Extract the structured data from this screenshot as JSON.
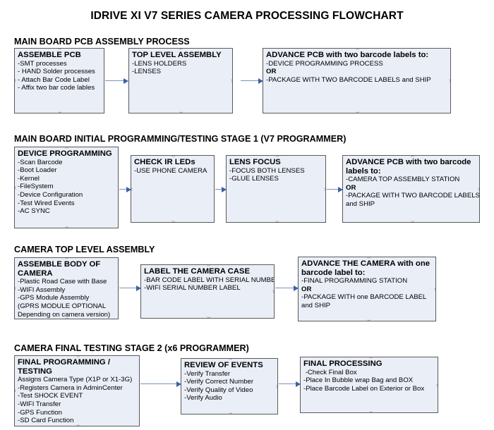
{
  "document": {
    "title": "IDRIVE XI V7 SERIES CAMERA PROCESSING FLOWCHART"
  },
  "colors": {
    "node_fill": "#eaeef7",
    "node_border": "#5a5a5a",
    "connector": "#7993b8",
    "arrowhead": "#3b60a8",
    "text": "#000000",
    "background": "#ffffff"
  },
  "sections": [
    {
      "heading": "MAIN BOARD PCB ASSEMBLY PROCESS",
      "nodes": [
        {
          "title": "ASSEMBLE PCB",
          "lines": [
            {
              "text": "-SMT processes",
              "bold": false
            },
            {
              "text": "- HAND Solder processes",
              "bold": false
            },
            {
              "text": "- Attach Bar Code Label",
              "bold": false
            },
            {
              "text": "- Affix two bar code lables",
              "bold": false
            }
          ]
        },
        {
          "title": "TOP LEVEL ASSEMBLY",
          "lines": [
            {
              "text": "-LENS HOLDERS",
              "bold": false
            },
            {
              "text": "-LENSES",
              "bold": false
            }
          ]
        },
        {
          "title": "ADVANCE PCB with two barcode labels to:",
          "lines": [
            {
              "text": "-DEVICE PROGRAMMING PROCESS",
              "bold": false
            },
            {
              "text": "OR",
              "bold": true
            },
            {
              "text": "-PACKAGE WITH TWO BARCODE LABELS and SHIP",
              "bold": false
            }
          ]
        }
      ]
    },
    {
      "heading": "MAIN BOARD INITIAL PROGRAMMING/TESTING STAGE 1 (V7 PROGRAMMER)",
      "nodes": [
        {
          "title": "DEVICE PROGRAMMING",
          "lines": [
            {
              "text": "-Scan Barcode",
              "bold": false
            },
            {
              "text": "-Boot Loader",
              "bold": false
            },
            {
              "text": "-Kernel",
              "bold": false
            },
            {
              "text": "-FileSystem",
              "bold": false
            },
            {
              "text": "-Device Configuration",
              "bold": false
            },
            {
              "text": "-Test Wired Events",
              "bold": false
            },
            {
              "text": "-AC SYNC",
              "bold": false
            }
          ]
        },
        {
          "title": "CHECK IR LEDs",
          "lines": [
            {
              "text": "-USE PHONE CAMERA",
              "bold": false
            }
          ]
        },
        {
          "title": "LENS FOCUS",
          "lines": [
            {
              "text": "-FOCUS BOTH LENSES",
              "bold": false
            },
            {
              "text": "-GLUE LENSES",
              "bold": false
            }
          ]
        },
        {
          "title": "ADVANCE PCB with two barcode\nlabels to:",
          "lines": [
            {
              "text": "-CAMERA TOP ASSEMBLY STATION",
              "bold": false
            },
            {
              "text": "OR",
              "bold": true
            },
            {
              "text": "-PACKAGE WITH TWO BARCODE LABELS",
              "bold": false
            },
            {
              "text": "and SHIP",
              "bold": false
            }
          ]
        }
      ]
    },
    {
      "heading": "CAMERA TOP LEVEL ASSEMBLY",
      "nodes": [
        {
          "title": "ASSEMBLE BODY OF\nCAMERA",
          "lines": [
            {
              "text": "-Plastic Road Case with Base",
              "bold": false
            },
            {
              "text": "-WIFI Assembly",
              "bold": false
            },
            {
              "text": "-GPS Module Assembly",
              "bold": false
            },
            {
              "text": "(GPRS MODULE OPTIONAL",
              "bold": false
            },
            {
              "text": "Depending on camera version)",
              "bold": false
            }
          ]
        },
        {
          "title": "LABEL THE CAMERA CASE",
          "lines": [
            {
              "text": "-BAR CODE LABEL WITH SERIAL NUMBER",
              "bold": false
            },
            {
              "text": "-WIFI SERIAL NUMBER LABEL",
              "bold": false
            }
          ]
        },
        {
          "title": "ADVANCE THE CAMERA with one\nbarcode label to:",
          "lines": [
            {
              "text": "-FINAL PROGRAMMING STATION",
              "bold": false
            },
            {
              "text": "OR",
              "bold": true
            },
            {
              "text": "-PACKAGE WITH one BARCODE LABEL",
              "bold": false
            },
            {
              "text": "and SHIP",
              "bold": false
            }
          ]
        }
      ]
    },
    {
      "heading": "CAMERA FINAL TESTING STAGE 2 (x6 PROGRAMMER)",
      "nodes": [
        {
          "title": "FINAL PROGRAMMING / TESTING",
          "lines": [
            {
              "text": "Assigns Camera Type (X1P or X1-3G)",
              "bold": false
            },
            {
              "text": "-Registers Camera in AdminCenter",
              "bold": false
            },
            {
              "text": "-Test SHOCK EVENT",
              "bold": false
            },
            {
              "text": "-WIFI Transfer",
              "bold": false
            },
            {
              "text": "-GPS Function",
              "bold": false
            },
            {
              "text": "-SD Card Function",
              "bold": false
            }
          ]
        },
        {
          "title": "REVIEW OF EVENTS",
          "lines": [
            {
              "text": "-Verify Transfer",
              "bold": false
            },
            {
              "text": "-Verify Correct Number",
              "bold": false
            },
            {
              "text": "-Verify Quality of Video",
              "bold": false
            },
            {
              "text": "-Verify Audio",
              "bold": false
            }
          ]
        },
        {
          "title": "FINAL PROCESSING",
          "lines": [
            {
              "text": " -Check Final Box",
              "bold": false
            },
            {
              "text": "-Place In Bubble wrap Bag and BOX",
              "bold": false
            },
            {
              "text": "-Place Barcode Label on Exterior or Box",
              "bold": false
            }
          ]
        }
      ]
    }
  ]
}
